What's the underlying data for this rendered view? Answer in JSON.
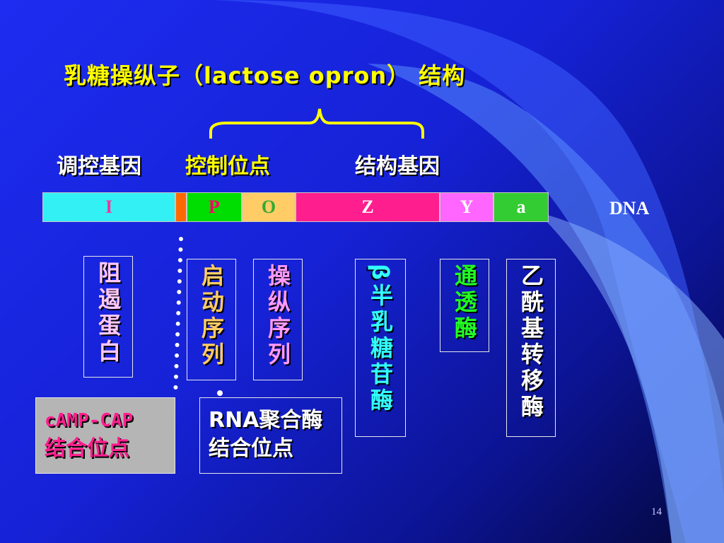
{
  "slide": {
    "title": "乳糖操纵子（lactose opron） 结构",
    "page_number": "14"
  },
  "labels": {
    "regulatory_gene": "调控基因",
    "control_site": "控制位点",
    "structural_gene": "结构基因"
  },
  "dna_bar": {
    "segments": [
      {
        "key": "I",
        "label": "I",
        "bg": "#33f0f4",
        "fg": "#ff3399"
      },
      {
        "key": "gap",
        "label": "",
        "bg": "#ff6a00",
        "fg": "#000000"
      },
      {
        "key": "P",
        "label": "P",
        "bg": "#00dd00",
        "fg": "#ff0066"
      },
      {
        "key": "O",
        "label": "O",
        "bg": "#ffcc66",
        "fg": "#33aa33"
      },
      {
        "key": "Z",
        "label": "Z",
        "bg": "#ff1e8e",
        "fg": "#ffffff"
      },
      {
        "key": "Y",
        "label": "Y",
        "bg": "#ff66ff",
        "fg": "#ffffff"
      },
      {
        "key": "a",
        "label": "a",
        "bg": "#33cc33",
        "fg": "#ffffff"
      }
    ],
    "dna_label": "DNA"
  },
  "products": {
    "repressor": "阻遏蛋白",
    "promoter": "启动序列",
    "operator": "操纵序列",
    "beta_gal": "β半乳糖苷酶",
    "permease": "通透酶",
    "transacetylase": "乙酰基转移酶"
  },
  "sites": {
    "camp_cap_line1": "cAMP-CAP",
    "camp_cap_line2": "结合位点",
    "rna_pol_line1": "RNA聚合酶",
    "rna_pol_line2": "结合位点"
  },
  "colors": {
    "yellow": "#ffff00",
    "white": "#ffffff",
    "repressor_text": "#ffc8ff",
    "promoter_text": "#ffcc66",
    "operator_text": "#ff99ff",
    "beta_gal_text": "#33ffff",
    "permease_text": "#22ff22",
    "camp_text": "#ff1e8e",
    "camp_box": "#b5b5b5"
  }
}
